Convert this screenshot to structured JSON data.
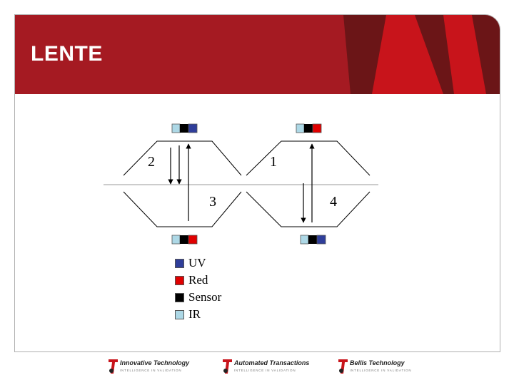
{
  "slide": {
    "title": "LENTE",
    "colors": {
      "header_red": "#a51a22",
      "header_dark": "#6b1517",
      "header_bright": "#c8141b"
    }
  },
  "diagram": {
    "labels": {
      "lens_1": "1",
      "lens_2": "2",
      "lens_3": "3",
      "lens_4": "4"
    },
    "legend": [
      {
        "label": "UV",
        "color": "#2f3e9a"
      },
      {
        "label": "Red",
        "color": "#e00000"
      },
      {
        "label": "Sensor",
        "color": "#000000"
      },
      {
        "label": "IR",
        "color": "#add8e6"
      }
    ]
  },
  "footer": {
    "logos": [
      {
        "name": "Innovative Technology",
        "tagline": "INTELLIGENCE IN VALIDATION"
      },
      {
        "name": "Automated Transactions",
        "tagline": "INTELLIGENCE IN VALIDATION"
      },
      {
        "name": "Bellis Technology",
        "tagline": "INTELLIGENCE IN VALIDATION"
      }
    ]
  }
}
